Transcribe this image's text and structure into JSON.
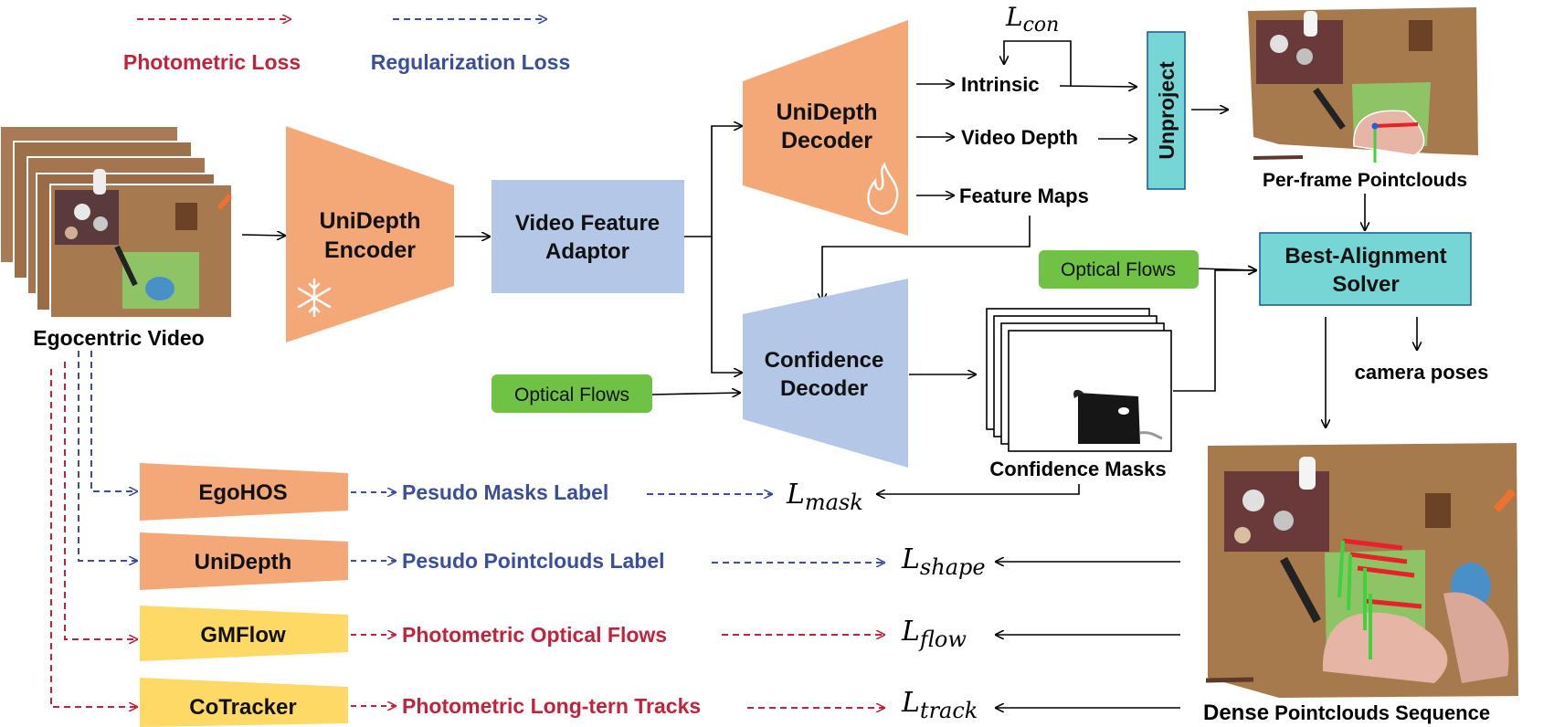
{
  "legend": {
    "photometric": "Photometric Loss",
    "regularization": "Regularization Loss"
  },
  "input": {
    "label": "Egocentric Video"
  },
  "encoder": {
    "line1": "UniDepth",
    "line2": "Encoder",
    "state_icon": "snowflake-icon"
  },
  "adaptor": {
    "line1": "Video Feature",
    "line2": "Adaptor"
  },
  "decoder": {
    "line1": "UniDepth",
    "line2": "Decoder",
    "state_icon": "flame-icon"
  },
  "outputs": {
    "intrinsic": "Intrinsic",
    "video_depth": "Video Depth",
    "feature_maps": "Feature Maps"
  },
  "loss_con": {
    "base": "L",
    "sub": "con"
  },
  "unproject": {
    "label": "Unproject"
  },
  "per_frame": {
    "label": "Per-frame Pointclouds"
  },
  "optical_flows_top": {
    "label": "Optical Flows"
  },
  "optical_flows_left": {
    "label": "Optical Flows"
  },
  "solver": {
    "line1": "Best-Alignment",
    "line2": "Solver"
  },
  "camera_poses": {
    "label": "camera poses"
  },
  "confidence_decoder": {
    "line1": "Confidence",
    "line2": "Decoder"
  },
  "confidence_masks": {
    "label": "Confidence Masks"
  },
  "dense": {
    "bold": "Dense",
    "rest": " Pointclouds Sequence"
  },
  "supervisors": [
    {
      "name": "EgoHOS",
      "label": "Pesudo Masks Label",
      "loss_base": "L",
      "loss_sub": "mask"
    },
    {
      "name": "UniDepth",
      "label": "Pesudo Pointclouds Label",
      "loss_base": "L",
      "loss_sub": "shape"
    },
    {
      "name": "GMFlow",
      "label": "Photometric Optical Flows",
      "loss_base": "L",
      "loss_sub": "flow"
    },
    {
      "name": "CoTracker",
      "label": "Photometric Long-tern Tracks",
      "loss_base": "L",
      "loss_sub": "track"
    }
  ],
  "colors": {
    "orange": "#F4A877",
    "blue_box": "#B4C7E7",
    "green": "#70C244",
    "teal": "#76D6D6",
    "yellow": "#FFD966",
    "photometric": "#C0243C",
    "regularization": "#3A4E9A"
  }
}
